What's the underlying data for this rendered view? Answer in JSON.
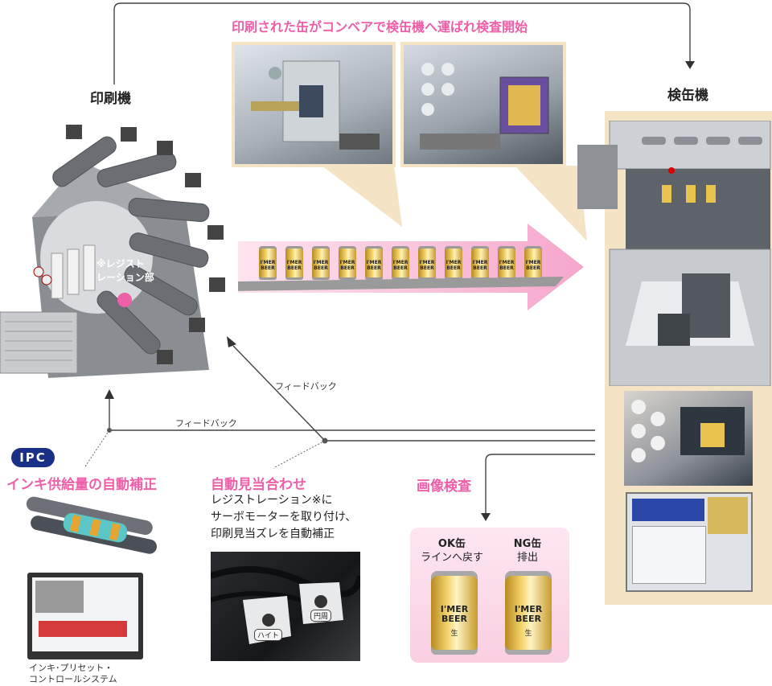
{
  "header_conveyor": "印刷された缶がコンベアで検缶機へ運ばれ検査開始",
  "printer_label": "印刷機",
  "inspector_label": "検缶機",
  "registration_label": "※レジスト\nレーション部",
  "feedback_upper": "フィードバック",
  "feedback_lower": "フィードバック",
  "ipc": {
    "badge": "IPC",
    "title": "インキ供給量の自動補正",
    "caption_line1": "インキ･プリセット・",
    "caption_line2": "コントロールシステム"
  },
  "auto_register": {
    "title": "自動見当合わせ",
    "line1": "レジストレーション※に",
    "line2": "サーボモーターを取り付け、",
    "line3": "印刷見当ズレを自動補正",
    "tag_left": "ハイト",
    "tag_right": "円周"
  },
  "image_inspection": {
    "title": "画像検査",
    "ok_line1": "OK缶",
    "ok_line2": "ラインへ戻す",
    "ng_line1": "NG缶",
    "ng_line2": "排出"
  },
  "can_label": "I'MER\nBEER",
  "can_sub": "生",
  "colors": {
    "pink": "#ef5fa8",
    "navy": "#1a2f86",
    "beige": "#f5e3c6",
    "gold": "#e9c24f"
  }
}
